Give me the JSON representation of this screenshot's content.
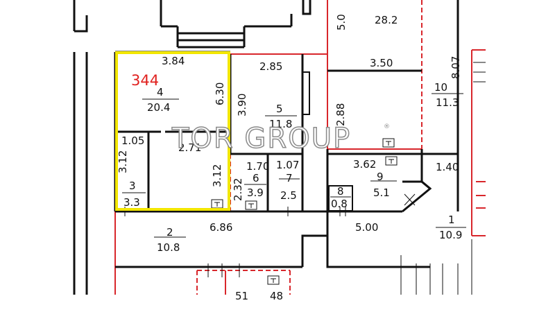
{
  "plan": {
    "unit_number": "344",
    "watermark": "TOR GROUP",
    "watermark_mark": "®",
    "colors": {
      "wall": "#111111",
      "unit_outline": "#f2e600",
      "boundary": "#d8262b",
      "unit_label": "#e0201e"
    },
    "labels": {
      "top_cut_5": "5.0",
      "top_cut_28": "28.2",
      "dim_8_07": "8.07",
      "dim_3_84": "3.84",
      "dim_2_85": "2.85",
      "dim_3_50": "3.50",
      "room4_no": "4",
      "room4_area": "20.4",
      "dim_6_30": "6.30",
      "dim_3_90": "3.90",
      "room5_no": "5",
      "room5_area": "11.8",
      "dim_2_88": "2.88",
      "room10_no": "10",
      "room10_area": "11.3",
      "dim_1_05": "1.05",
      "dim_2_71": "2.71",
      "dim_3_12_left": "3.12",
      "dim_3_12_right": "3.12",
      "dim_1_70": "1.70",
      "dim_1_07": "1.07",
      "dim_3_62": "3.62",
      "dim_1_40": "1.40",
      "dim_2_32": "2.32",
      "room6_no": "6",
      "room6_area": "3.9",
      "room7_no": "7",
      "room7_area": "2.5",
      "room9_no": "9",
      "room9_area": "5.1",
      "room3_no": "3",
      "room3_area": "3.3",
      "room8_no": "8",
      "room8_area": "0.8",
      "room1_no": "1",
      "room1_area": "10.9",
      "room2_no": "2",
      "room2_area": "10.8",
      "dim_6_86": "6.86",
      "dim_5_00": "5.00",
      "bottom_cut_51": "51",
      "bottom_cut_48": "48"
    }
  }
}
